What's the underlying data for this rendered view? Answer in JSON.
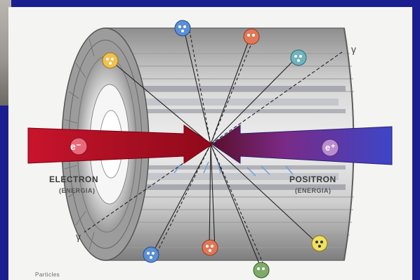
{
  "diagram": {
    "electron_label": "ELECTRON",
    "electron_sub": "(ENERGIA)",
    "positron_label": "POSITRON",
    "positron_sub": "(ENERGIA)",
    "electron_symbol": "e⁻",
    "positron_symbol": "e⁺",
    "gamma_symbol": "γ",
    "footer_text": "Particles"
  },
  "colors": {
    "frame": "#1b1e90",
    "electron_beam": "#c8142c",
    "positron_beam": "#3a3aa0"
  }
}
